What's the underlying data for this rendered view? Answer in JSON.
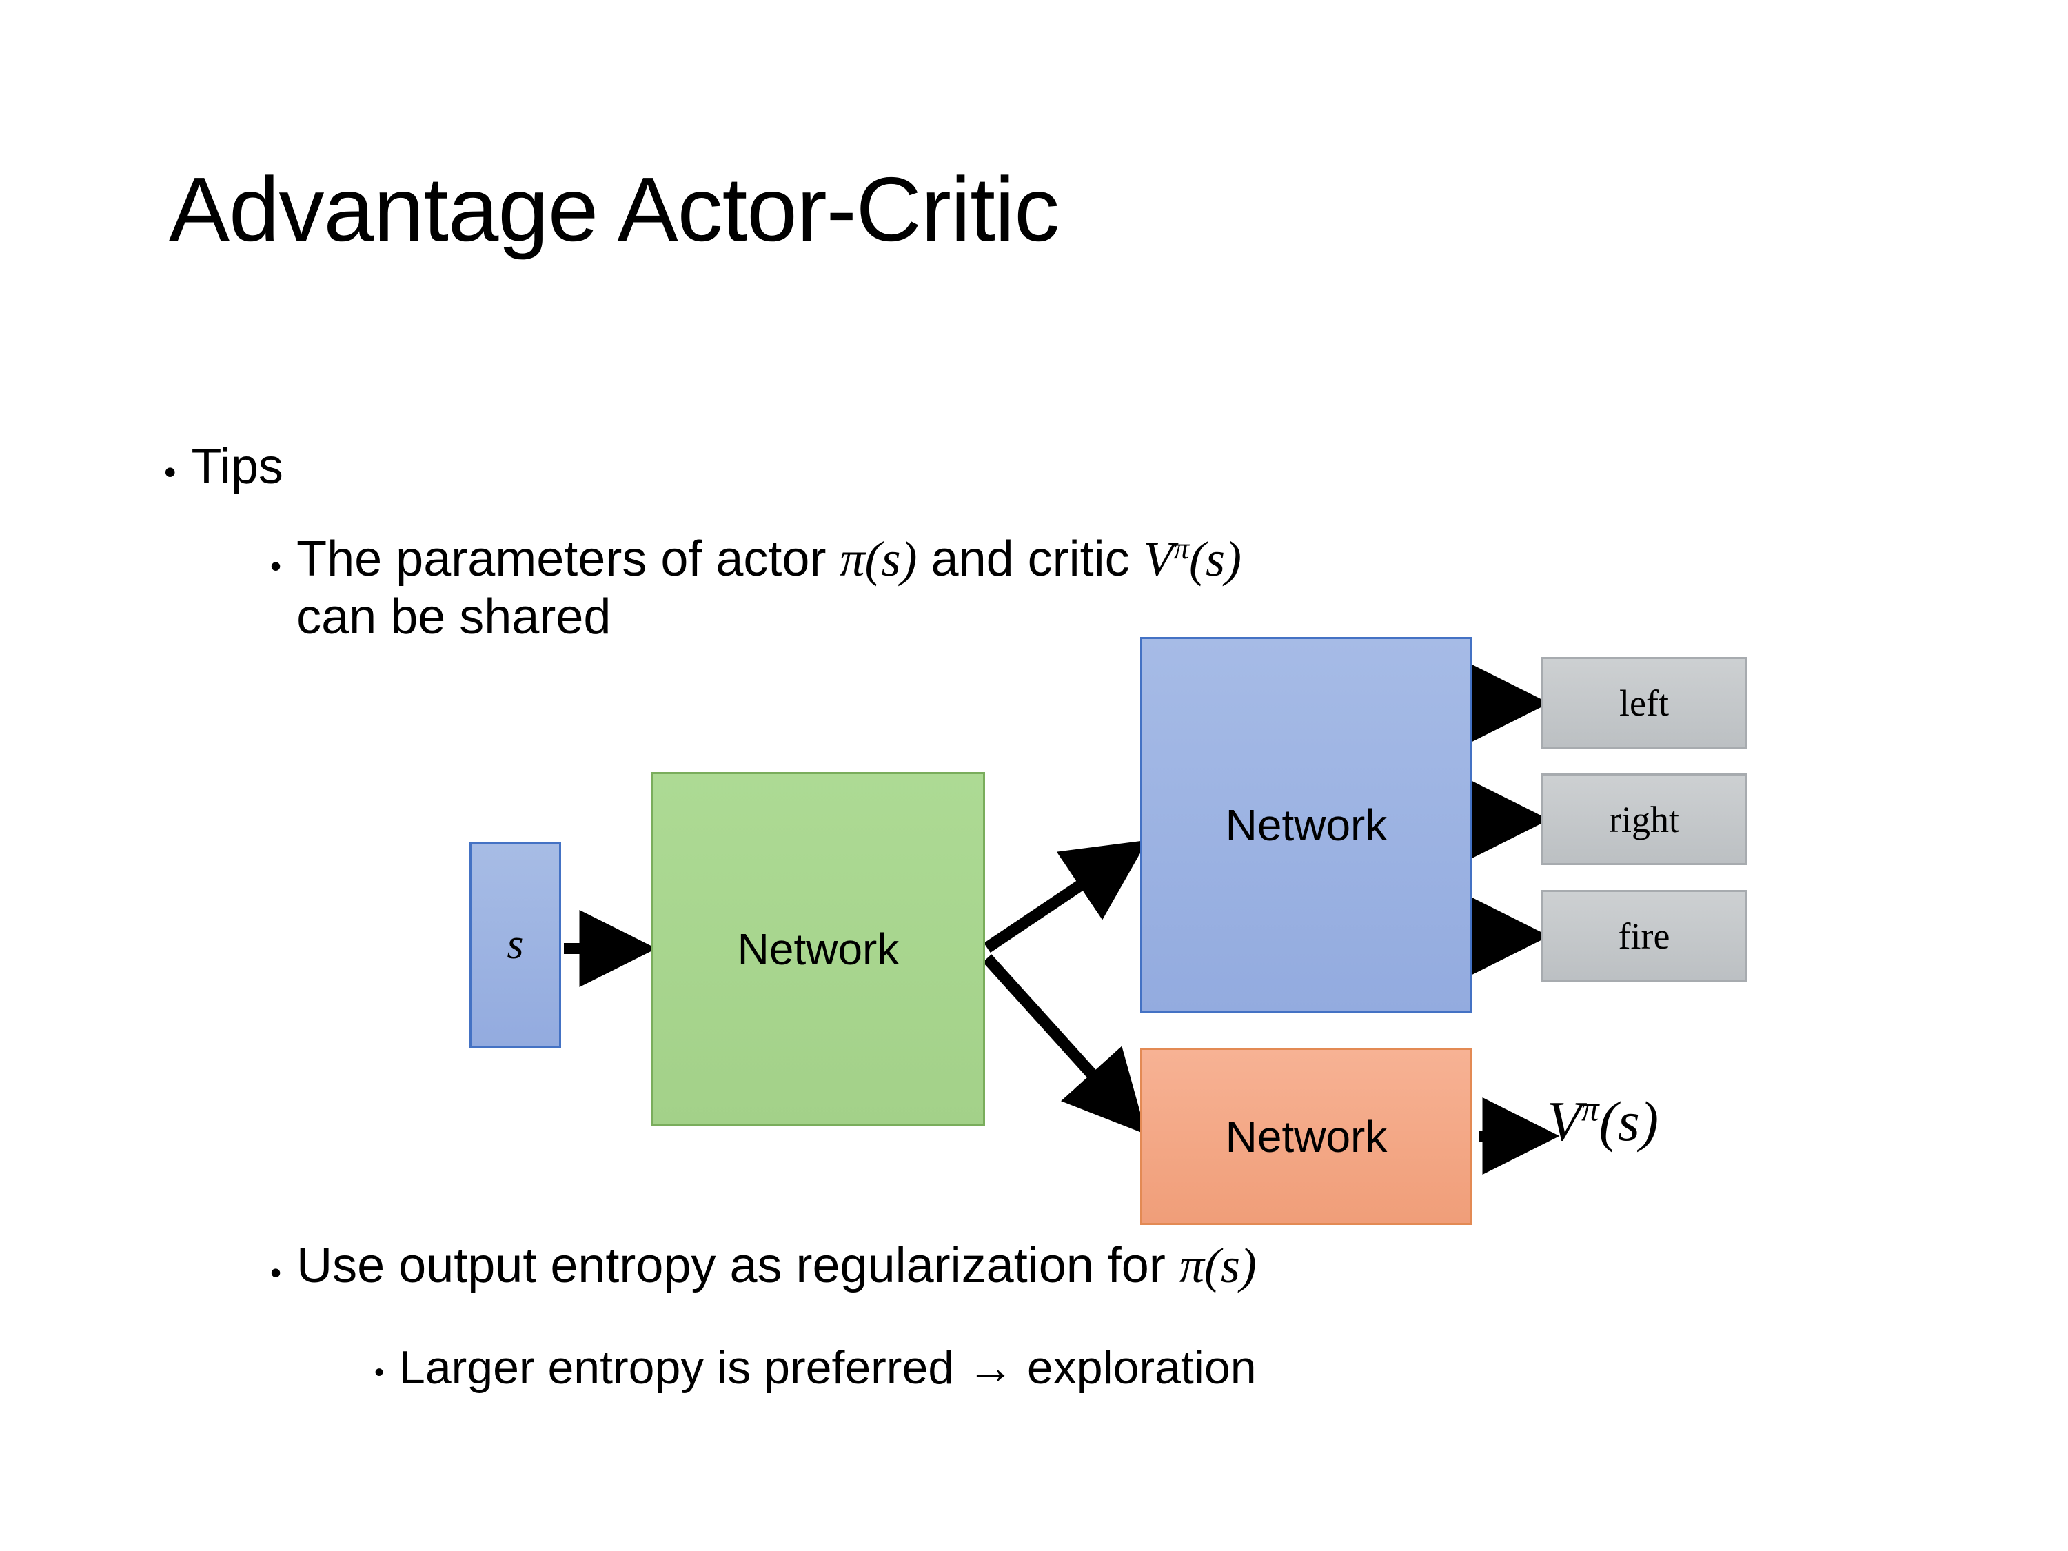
{
  "slide": {
    "title": "Advantage Actor-Critic",
    "background": "#FFFFFF"
  },
  "bullets": {
    "tips": {
      "marker": "•",
      "text": "Tips"
    },
    "params": {
      "marker": "•",
      "line1_pre": "The parameters of actor ",
      "line1_pi": "π",
      "line1_pi_arg": "(s)",
      "line1_mid": "  and critic ",
      "line1_v": "V",
      "line1_v_sup": "π",
      "line1_v_arg": "(s)",
      "line2": "can be shared",
      "full_text": "The parameters of actor π(s)  and critic Vπ(s) can be shared"
    },
    "entropy": {
      "marker": "•",
      "pre": "Use output entropy as regularization for ",
      "pi": "π",
      "pi_arg": "(s)",
      "full_text": "Use output entropy as regularization for π(s)"
    },
    "larger": {
      "marker": "•",
      "text": "Larger entropy is preferred → exploration"
    }
  },
  "diagram": {
    "state_box": {
      "label": "s",
      "fill": "#9CB3E0",
      "stroke": "#4472C4"
    },
    "shared_network": {
      "label": "Network",
      "fill": "#A9D18E",
      "stroke": "#7AAD5C"
    },
    "actor_network": {
      "label": "Network",
      "fill": "#9CB3E0",
      "stroke": "#4472C4"
    },
    "critic_network": {
      "label": "Network",
      "fill": "#F4A57F",
      "stroke": "#E38A54"
    },
    "outputs": [
      {
        "label": "left",
        "fill": "#C3C7CA",
        "stroke": "#A7ABAF"
      },
      {
        "label": "right",
        "fill": "#C3C7CA",
        "stroke": "#A7ABAF"
      },
      {
        "label": "fire",
        "fill": "#C3C7CA",
        "stroke": "#A7ABAF"
      }
    ],
    "value_output": {
      "v": "V",
      "sup": "π",
      "arg": "(s)",
      "full_text": "Vπ(s)"
    },
    "arrow_color": "#000000"
  }
}
